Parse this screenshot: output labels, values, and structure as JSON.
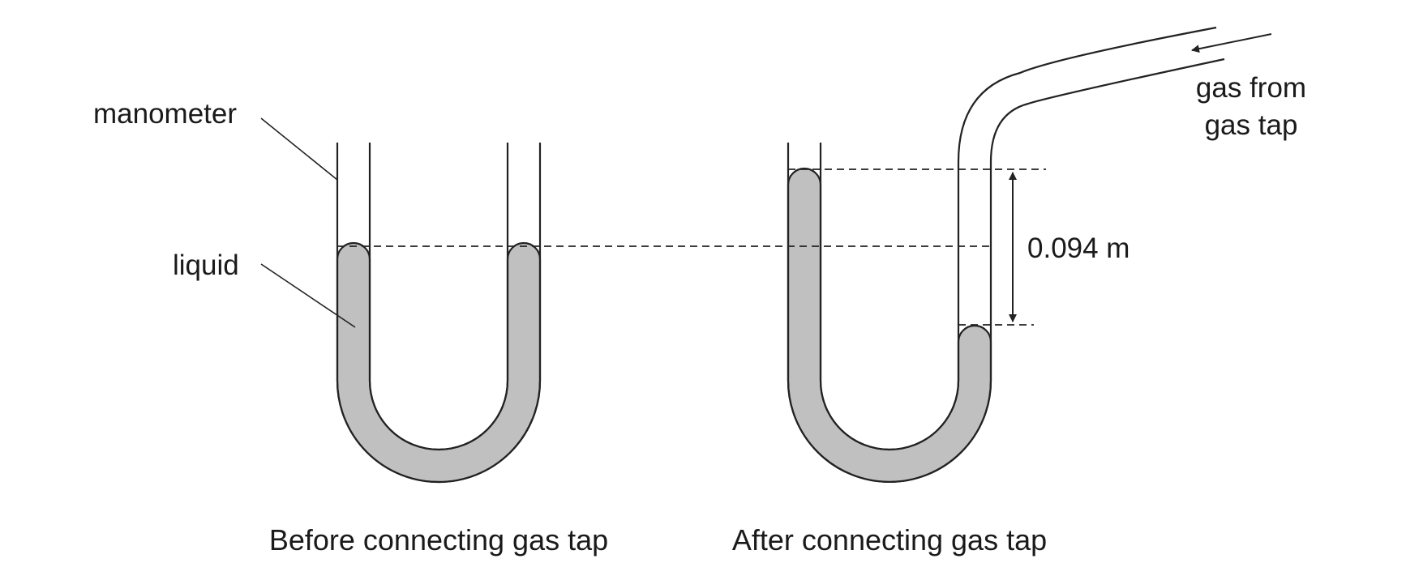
{
  "labels": {
    "manometer": "manometer",
    "liquid": "liquid",
    "gas_line1": "gas from",
    "gas_line2": "gas tap",
    "height": "0.094 m",
    "caption_before": "Before connecting gas tap",
    "caption_after": "After connecting gas tap"
  },
  "colors": {
    "liquid": "#c0c0c0",
    "line": "#222222"
  }
}
